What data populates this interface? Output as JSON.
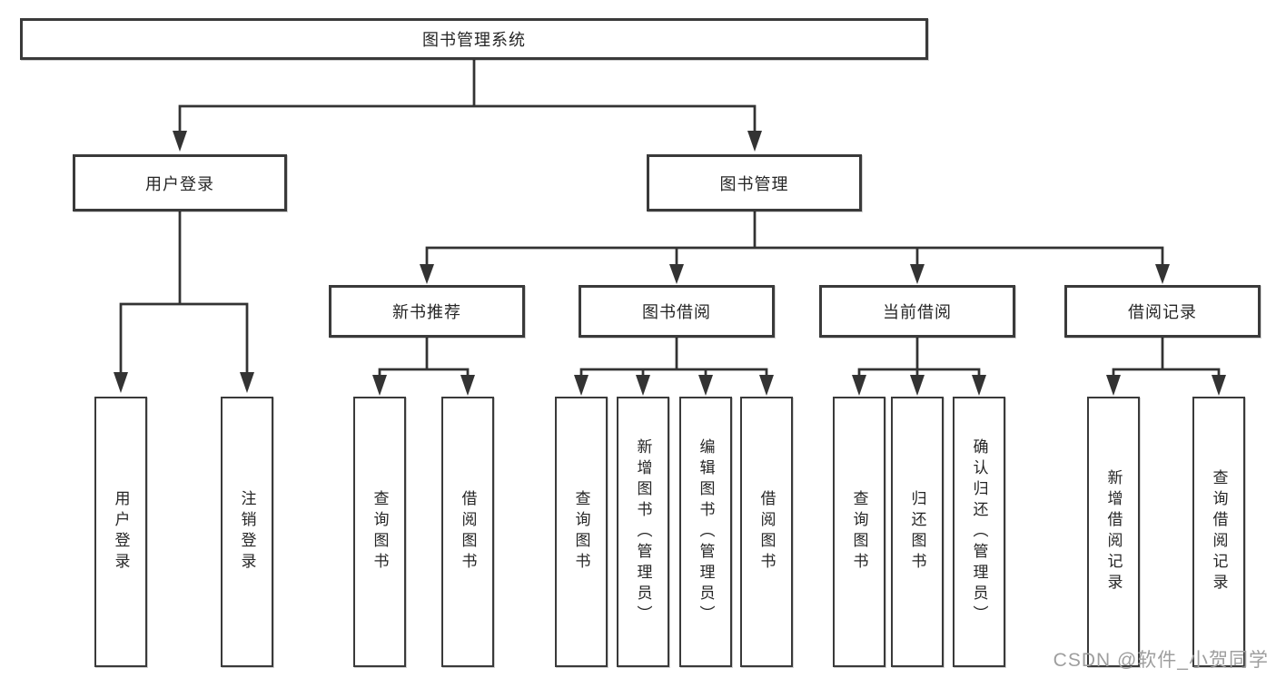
{
  "diagram": {
    "root": {
      "label": "图书管理系统"
    },
    "level2": [
      {
        "label": "用户登录"
      },
      {
        "label": "图书管理"
      }
    ],
    "level3": [
      {
        "label": "新书推荐"
      },
      {
        "label": "图书借阅"
      },
      {
        "label": "当前借阅"
      },
      {
        "label": "借阅记录"
      }
    ],
    "leaves": [
      {
        "label": "用户登录"
      },
      {
        "label": "注销登录"
      },
      {
        "label": "查询图书"
      },
      {
        "label": "借阅图书"
      },
      {
        "label": "查询图书"
      },
      {
        "label": "新增图书（管理员）"
      },
      {
        "label": "编辑图书（管理员）"
      },
      {
        "label": "借阅图书"
      },
      {
        "label": "查询图书"
      },
      {
        "label": "归还图书"
      },
      {
        "label": "确认归还（管理员）"
      },
      {
        "label": "新增借阅记录"
      },
      {
        "label": "查询借阅记录"
      }
    ],
    "watermark": "CSDN @软件_小贺同学",
    "colors": {
      "line": "#333333",
      "border": "#3a3a3a",
      "text": "#262626",
      "watermark": "#9e9e9e",
      "background": "#ffffff"
    }
  }
}
